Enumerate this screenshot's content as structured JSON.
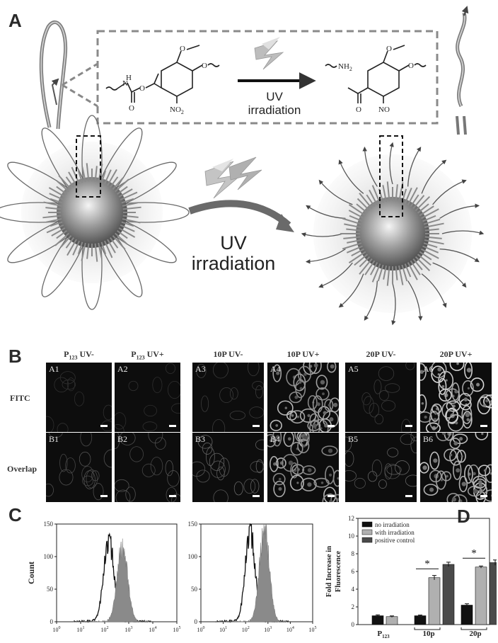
{
  "panels": {
    "A": "A",
    "B": "B",
    "C": "C",
    "D": "D"
  },
  "panel_a": {
    "reaction_label_line1": "UV",
    "reaction_label_line2": "irradiation",
    "arrow_label_line1": "UV",
    "arrow_label_line2": "irradiation",
    "chem_left": {
      "nh": "H",
      "n": "N",
      "o1": "O",
      "o2": "O",
      "o3": "O",
      "o4": "O",
      "no2": "NO",
      "no2_sub": "2"
    },
    "chem_right": {
      "nh2": "NH",
      "nh2_sub": "2",
      "o1": "O",
      "o2": "O",
      "o3": "O",
      "no": "NO"
    }
  },
  "panel_b": {
    "columns": [
      {
        "prefix": "P",
        "sub": "123",
        "suffix": " UV-"
      },
      {
        "prefix": "P",
        "sub": "123",
        "suffix": " UV+"
      },
      {
        "prefix": "10P UV-",
        "sub": "",
        "suffix": ""
      },
      {
        "prefix": "10P UV+",
        "sub": "",
        "suffix": ""
      },
      {
        "prefix": "20P UV-",
        "sub": "",
        "suffix": ""
      },
      {
        "prefix": "20P UV+",
        "sub": "",
        "suffix": ""
      }
    ],
    "rows": [
      "FITC",
      "Overlap"
    ],
    "tiles": [
      [
        "A1",
        "A2",
        "A3",
        "A4",
        "A5",
        "A6"
      ],
      [
        "B1",
        "B2",
        "B3",
        "B4",
        "B5",
        "B6"
      ]
    ],
    "brightness": [
      [
        0.05,
        0.05,
        0.15,
        0.85,
        0.12,
        1.0
      ],
      [
        0.25,
        0.25,
        0.35,
        0.8,
        0.35,
        0.9
      ]
    ]
  },
  "panel_c": {
    "ylabel": "Count",
    "yticks": [
      "0",
      "50",
      "100",
      "150"
    ],
    "xticks": [
      "10",
      "1",
      "10",
      "2",
      "10",
      "3",
      "10",
      "4",
      "10",
      "5"
    ],
    "xtick_labels": [
      {
        "base": "10",
        "exp": "0"
      },
      {
        "base": "10",
        "exp": "1"
      },
      {
        "base": "10",
        "exp": "2"
      },
      {
        "base": "10",
        "exp": "3"
      },
      {
        "base": "10",
        "exp": "4"
      },
      {
        "base": "10",
        "exp": "5"
      }
    ]
  },
  "chart_data": [
    {
      "type": "area",
      "title": "",
      "ylabel": "Count",
      "xlabel": "",
      "log_x": true,
      "xlim": [
        1,
        100000
      ],
      "ylim": [
        0,
        150
      ],
      "series": [
        {
          "style": "outline",
          "peak_x": 150,
          "peak_y": 125
        },
        {
          "style": "filled_gray",
          "peak_x": 550,
          "peak_y": 115
        }
      ]
    },
    {
      "type": "area",
      "title": "",
      "ylabel": "",
      "xlabel": "",
      "log_x": true,
      "xlim": [
        1,
        100000
      ],
      "ylim": [
        0,
        150
      ],
      "series": [
        {
          "style": "outline",
          "peak_x": 160,
          "peak_y": 140
        },
        {
          "style": "filled_gray",
          "peak_x": 700,
          "peak_y": 145
        }
      ]
    },
    {
      "type": "bar",
      "title": "",
      "ylabel": "Fold Increase in Fluorescence",
      "xlabel": "",
      "ylim": [
        0,
        12
      ],
      "yticks": [
        0,
        2,
        4,
        6,
        8,
        10,
        12
      ],
      "categories": [
        "P123",
        "10p",
        "20p"
      ],
      "category_labels": [
        {
          "text": "P",
          "sub": "123"
        },
        {
          "text": "10p",
          "sub": ""
        },
        {
          "text": "20p",
          "sub": ""
        }
      ],
      "series": [
        {
          "name": "no irradiation",
          "color": "#111111",
          "values": [
            1.0,
            1.0,
            2.2
          ],
          "errors": [
            0.1,
            0.08,
            0.15
          ]
        },
        {
          "name": "with irradiation",
          "color": "#b0b0b0",
          "values": [
            0.9,
            5.3,
            6.5
          ],
          "errors": [
            0.08,
            0.25,
            0.12
          ]
        },
        {
          "name": "positive control",
          "color": "#4a4a4a",
          "values": [
            null,
            6.8,
            7.0
          ],
          "errors": [
            null,
            0.25,
            0.3
          ]
        }
      ],
      "significance": [
        "",
        "*",
        "*"
      ],
      "legend_position": "top-left"
    }
  ]
}
